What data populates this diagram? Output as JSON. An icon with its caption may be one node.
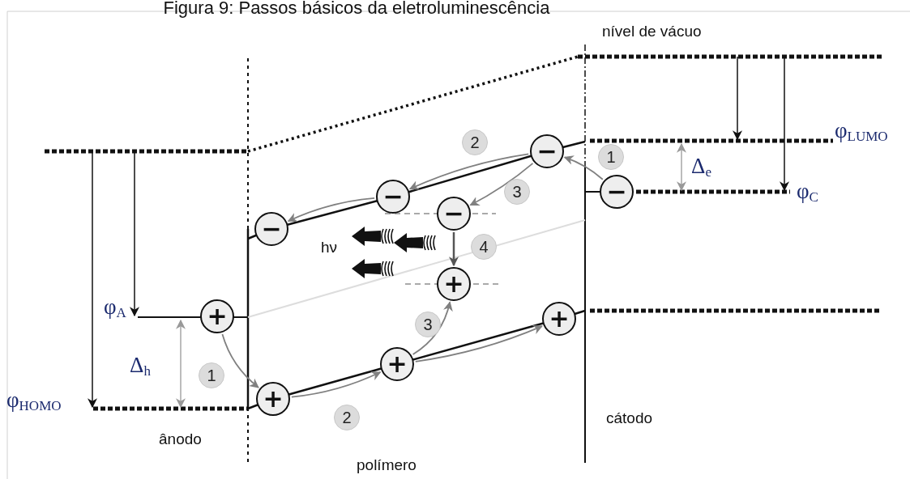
{
  "diagram": {
    "title": "Figura 9: Passos básicos da eletroluminescência",
    "nodes": [
      {
        "text": [
          "2"
        ]
      },
      {
        "text": [
          "−"
        ]
      },
      {
        "text": [
          "1"
        ]
      },
      {
        "text": [
          "−"
        ]
      },
      {
        "text": [
          "3"
        ]
      },
      {
        "text": [
          "−"
        ]
      },
      {
        "text": [
          "−"
        ]
      },
      {
        "text": [
          "−"
        ]
      },
      {
        "text": [
          "4"
        ]
      },
      {
        "text": [
          "+"
        ]
      },
      {
        "text": [
          "+"
        ]
      },
      {
        "text": [
          "+"
        ]
      },
      {
        "text": [
          "3"
        ]
      },
      {
        "text": [
          "+"
        ]
      },
      {
        "text": [
          "1"
        ]
      },
      {
        "text": [
          "+"
        ]
      },
      {
        "text": [
          "2"
        ]
      }
    ],
    "edges": [
      {
        "from": 3,
        "to": 1,
        "arrow": "to"
      },
      {
        "from": 1,
        "to": 5,
        "arrow": "to"
      },
      {
        "from": 5,
        "to": 7,
        "arrow": "to"
      },
      {
        "from": 1,
        "to": 6,
        "arrow": "to"
      },
      {
        "from": 6,
        "to": 9,
        "arrow": "to",
        "color": "#555555"
      },
      {
        "from": 10,
        "to": 15,
        "arrow": "to"
      },
      {
        "from": 15,
        "to": 13,
        "arrow": "to"
      },
      {
        "from": 13,
        "to": 11,
        "arrow": "to"
      },
      {
        "from": 13,
        "to": 9,
        "arrow": "to"
      }
    ],
    "labels": [
      "nível de vácuo",
      "φ$_{LUMO}$",
      "Δ$_{e}$",
      "φ$_{C}$",
      "hν",
      "φ$_{A}$",
      "Δ$_{h}$",
      "φ$_{HOMO}$",
      "cátodo",
      "ânodo",
      "polímero"
    ]
  }
}
